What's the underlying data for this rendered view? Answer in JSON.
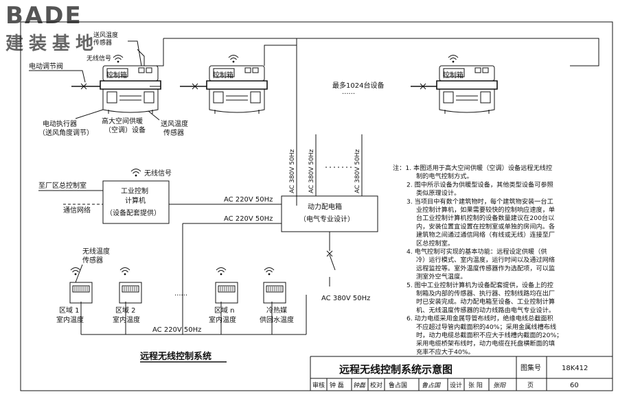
{
  "logo": {
    "brand": "BADE",
    "subtitle": "建装基地"
  },
  "units": {
    "label_box": "控制箱",
    "valve": "电动调节阀",
    "actuator": [
      "电动执行器",
      "（送风角度调节）"
    ],
    "hvac": [
      "高大空间供暖",
      "（空调）设备"
    ],
    "supply_sensor": [
      "送风温度",
      "传感器"
    ],
    "wireless_temp_top": [
      "送风温度",
      "传感器",
      "无线信号"
    ],
    "max_devices": "最多1024台设备",
    "ellipsis": "······"
  },
  "wireless_signal": "无线信号",
  "factory_room": "至厂区总控制室",
  "network": "通信网络",
  "ipc": [
    "工业控制",
    "计算机",
    "（设备配套提供）"
  ],
  "power_box": [
    "动力配电箱",
    "（电气专业设计）"
  ],
  "ac220": "AC 220V 50Hz",
  "ac380": "AC 380V 50Hz",
  "zone_sensor_label": [
    "无线温度",
    "传感器"
  ],
  "zones": [
    [
      "区域 1",
      "室内温度"
    ],
    [
      "区域 2",
      "室内温度"
    ],
    [
      "区域 n",
      "室内温度"
    ],
    [
      "冷热媒",
      "供回水温度"
    ]
  ],
  "system_title": "远程无线控制系统",
  "notes": [
    "注：1. 本图适用于高大空间供暖（空调）设备远程无线控",
    "制的电气控制方式。",
    "2. 图中所示设备为供暖型设备，其他类型设备可参照",
    "类似原理设计。",
    "3. 当项目中有数个建筑物时，每个建筑物安装一台工",
    "业控制计算机，如果需要较快的控制响应速度，单",
    "台工业控制计算机控制的设备数量建议在200台以",
    "内，安装位置宜设置在控制室或单独的房间内。各",
    "建筑物之间通过通信网络（有线或无线）连接至厂",
    "区总控制室。",
    "4. 电气控制可实现的基本功能：远程设定供暖（供",
    "冷）运行模式、室内温度，运行时间以及通过网络",
    "远程监控等。室外温度传感器作为选配项，可以监",
    "测室外空气温度。",
    "5. 图中工业控制计算机为设备配套提供，设备上的控",
    "制箱及内部的传感器、执行器、控制线路均在出厂",
    "时已安装完成。动力配电箱至设备、工业控制计算",
    "机、无线温度传感器的动力线路由电气专业设计。",
    "6. 动力电缆采用金属导管布线时，绝缘电线总截面积",
    "不应超过导管内截面积的40%；采用金属线槽布线",
    "时，动力电缆总截面积不应大于线槽内截面的20%；",
    "采用电缆桥架布线时，动力电缆在托盘横断面的填",
    "充率不应大于40%。"
  ],
  "title_block": {
    "title": "远程无线控制系统示意图",
    "atlas_label": "图集号",
    "atlas_no": "18K412",
    "review": "审核",
    "reviewer": "钟 磊",
    "reviewer_sign": "钟磊",
    "check": "校对",
    "checker": "鲁占国",
    "checker_sign": "鲁占国",
    "design": "设计",
    "designer": "张 阳",
    "designer_sign": "张阳",
    "page_label": "页",
    "page_no": "60"
  }
}
